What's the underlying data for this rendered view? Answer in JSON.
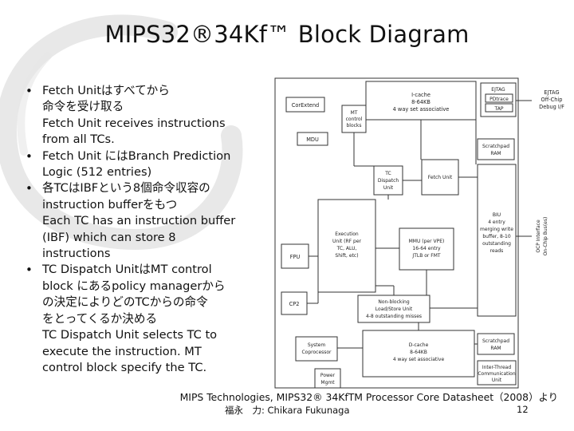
{
  "title": "MIPS32®34Kf™ Block Diagram",
  "bullets": [
    {
      "lines": [
        "Fetch Unitはすべてから",
        "命令を受け取る",
        "Fetch Unit receives instructions",
        "from all TCs."
      ]
    },
    {
      "lines": [
        "Fetch Unit にはBranch Prediction",
        "Logic (512 entries)"
      ]
    },
    {
      "lines": [
        "各TCはIBFという8個命令収容の",
        "instruction bufferをもつ",
        "Each TC has an instruction buffer",
        "(IBF) which can store 8",
        "instructions"
      ]
    },
    {
      "lines": [
        "TC Dispatch UnitはMT control",
        "block にあるpolicy managerから",
        "の決定によりどのTCからの命令",
        "をとってくるか決める",
        "TC Dispatch Unit selects TC to",
        "execute the instruction. MT",
        "control block specify the TC."
      ]
    }
  ],
  "diagram": {
    "icache": [
      "I-cache",
      "8-64KB",
      "4 way set associative"
    ],
    "corextend": "CorExtend",
    "mt_control": [
      "MT",
      "control",
      "blocks"
    ],
    "mdu": "MDU",
    "ejtag": [
      "EJTAG",
      "PDtrace",
      "TAP"
    ],
    "ejtag_right": [
      "EJTAG",
      "Off-Chip",
      "Debug I/F"
    ],
    "scratchpad_top": [
      "Scratchpad",
      "RAM"
    ],
    "tc_dispatch": [
      "TC",
      "Dispatch",
      "Unit"
    ],
    "fetch_unit": "Fetch Unit",
    "biu": [
      "BIU",
      "4 entry",
      "merging write",
      "buffer, 8-10",
      "outstanding",
      "reads"
    ],
    "ocp": [
      "OCP Interface",
      "On-Chip Bus(es)"
    ],
    "fpu": "FPU",
    "execution": [
      "Execution",
      "Unit (RF per",
      "TC, ALU,",
      "Shift, etc)"
    ],
    "mmu": [
      "MMU (per VPE)",
      "16-64 entry",
      "JTLB or FMT"
    ],
    "cp2": "CP2",
    "load_store": [
      "Non-blocking",
      "Load/Store Unit",
      "4-8 outstanding misses"
    ],
    "system_coprocessor": [
      "System",
      "Coprocessor"
    ],
    "dcache": [
      "D-cache",
      "8-64KB",
      "4 way set associative"
    ],
    "scratchpad_bottom": [
      "Scratchpad",
      "RAM"
    ],
    "inter_thread": [
      "Inter-Thread",
      "Communication",
      "Unit"
    ],
    "power_mgmt": [
      "Power",
      "Mgmt"
    ]
  },
  "source": "MIPS Technologies, MIPS32® 34KfTM Processor Core Datasheet（2008）より",
  "author": "福永　力: Chikara Fukunaga",
  "page_number": "12"
}
